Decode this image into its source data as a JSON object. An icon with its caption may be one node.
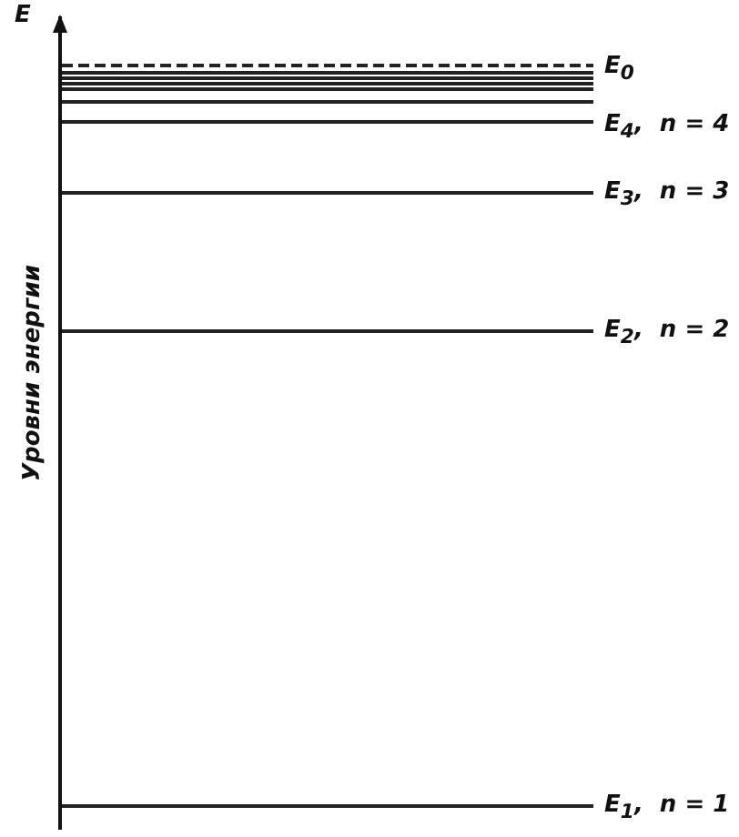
{
  "diagram": {
    "labels": [
      "E",
      "E$_{0}$",
      "E$_{4}$,  n = 4",
      "E$_{3}$,  n = 3",
      "Уровни энергии",
      "E$_{2}$,  n = 2",
      "E$_{1}$,  n = 1"
    ]
  }
}
